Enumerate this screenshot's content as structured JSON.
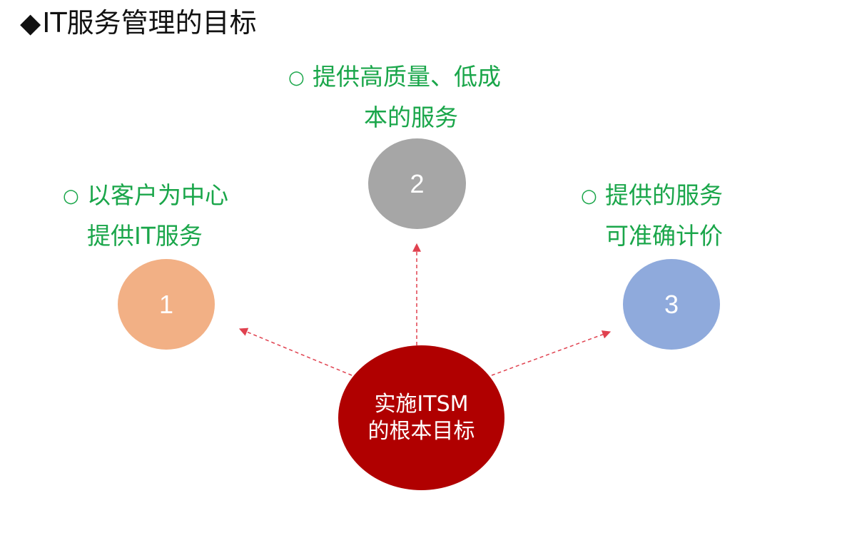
{
  "title": {
    "marker": "◆",
    "text": "IT服务管理的目标"
  },
  "center": {
    "line1": "实施ITSM",
    "line2": "的根本目标",
    "color": "#b00000"
  },
  "goals": [
    {
      "number": "1",
      "bullet": "○",
      "line1": "以客户为中心",
      "line2": "提供IT服务",
      "color": "#f2b085"
    },
    {
      "number": "2",
      "bullet": "○",
      "line1": "提供高质量、低成",
      "line2": "本的服务",
      "color": "#a6a6a6"
    },
    {
      "number": "3",
      "bullet": "○",
      "line1": "提供的服务",
      "line2": "可准确计价",
      "color": "#8faadc"
    }
  ],
  "text_color": "#1aa64a",
  "arrow_color": "#e0414f",
  "arrow_style": "dashed"
}
